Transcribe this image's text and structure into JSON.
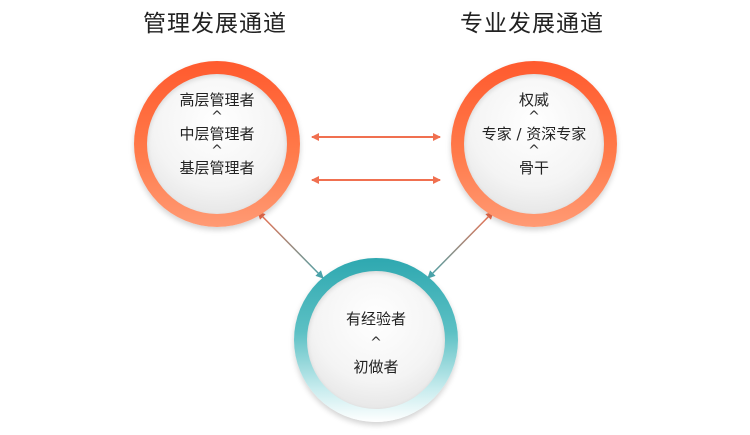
{
  "headings": {
    "management": "管理发展通道",
    "professional": "专业发展通道"
  },
  "management_track": {
    "levels": [
      "高层管理者",
      "中层管理者",
      "基层管理者"
    ]
  },
  "professional_track": {
    "levels": [
      "权威",
      "专家 / 资深专家",
      "骨干"
    ]
  },
  "entry_track": {
    "levels": [
      "有经验者",
      "初做者"
    ]
  },
  "separator_glyph": "^",
  "colors": {
    "orange_ring": "#ff6a3d",
    "teal_ring": "#3aaeb4",
    "orange_arrow": "#f07050",
    "teal_arrow": "#4aa3aa"
  }
}
